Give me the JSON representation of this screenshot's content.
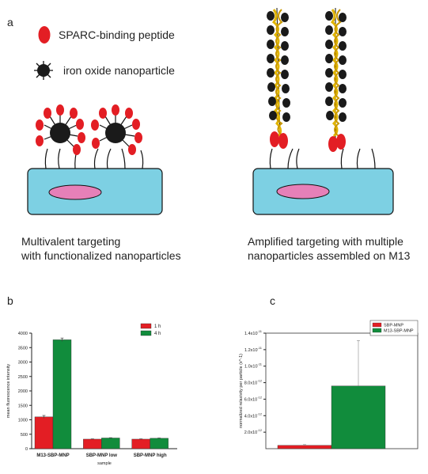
{
  "panels": {
    "a": {
      "letter": "a"
    },
    "b": {
      "letter": "b"
    },
    "c": {
      "letter": "c"
    }
  },
  "legend": {
    "peptide_label": "SPARC-binding peptide",
    "nanoparticle_label": "iron oxide nanoparticle"
  },
  "captions": {
    "left": [
      "Multivalent targeting",
      "with functionalized nanoparticles"
    ],
    "right": [
      "Amplified targeting with multiple",
      "nanoparticles assembled on M13"
    ]
  },
  "colors": {
    "peptide": "#e31e24",
    "nanoparticle": "#1a1a1a",
    "cell": "#7dd0e3",
    "nucleus": "#e680b8",
    "phage_strand": "#e0b400",
    "bar_red": "#e31e24",
    "bar_green": "#118c3c"
  },
  "chart_data": [
    {
      "type": "bar",
      "categories": [
        "M13-SBP-MNP",
        "SBP-MNP low",
        "SBP-MNP high"
      ],
      "series": [
        {
          "name": "1 h",
          "values": [
            1100,
            330,
            330
          ],
          "errors": [
            50,
            10,
            10
          ]
        },
        {
          "name": "4 h",
          "values": [
            3770,
            370,
            360
          ],
          "errors": [
            60,
            10,
            10
          ]
        }
      ],
      "xlabel": "sample",
      "ylabel": "mean fluorescence intensity",
      "ylim": [
        0,
        4000
      ],
      "yticks": [
        0,
        500,
        1000,
        1500,
        2000,
        2500,
        3000,
        3500,
        4000
      ],
      "ytick_labels": [
        "0",
        "500",
        "1000",
        "1500",
        "2000",
        "2500",
        "3000",
        "3500",
        "4000"
      ],
      "legend_position": "top-right"
    },
    {
      "type": "bar",
      "categories": [
        "SBP-MNP",
        "M13-SBP-MNP"
      ],
      "series": [
        {
          "name": "SBP-MNP",
          "values": [
            4e-13
          ],
          "errors": [
            1e-13
          ]
        },
        {
          "name": "M13-SBP-MNP",
          "values": [
            7.6e-12
          ],
          "errors": [
            5.5e-12
          ]
        }
      ],
      "ylabel": "normalized relaxivity per particle (s^-1)",
      "ylim": [
        0,
        1.4e-11
      ],
      "yticks": [
        2e-12,
        4e-12,
        6e-12,
        8e-12,
        1e-11,
        1.2e-11,
        1.4e-11
      ],
      "ytick_labels": [
        "2.0x10",
        "4.0x10",
        "6.0x10",
        "8.0x10",
        "1.0x10",
        "1.2x10",
        "1.4x10"
      ],
      "ytick_exponents": [
        "-12",
        "-12",
        "-12",
        "-12",
        "-11",
        "-11",
        "-11"
      ],
      "legend_position": "top-right"
    }
  ]
}
